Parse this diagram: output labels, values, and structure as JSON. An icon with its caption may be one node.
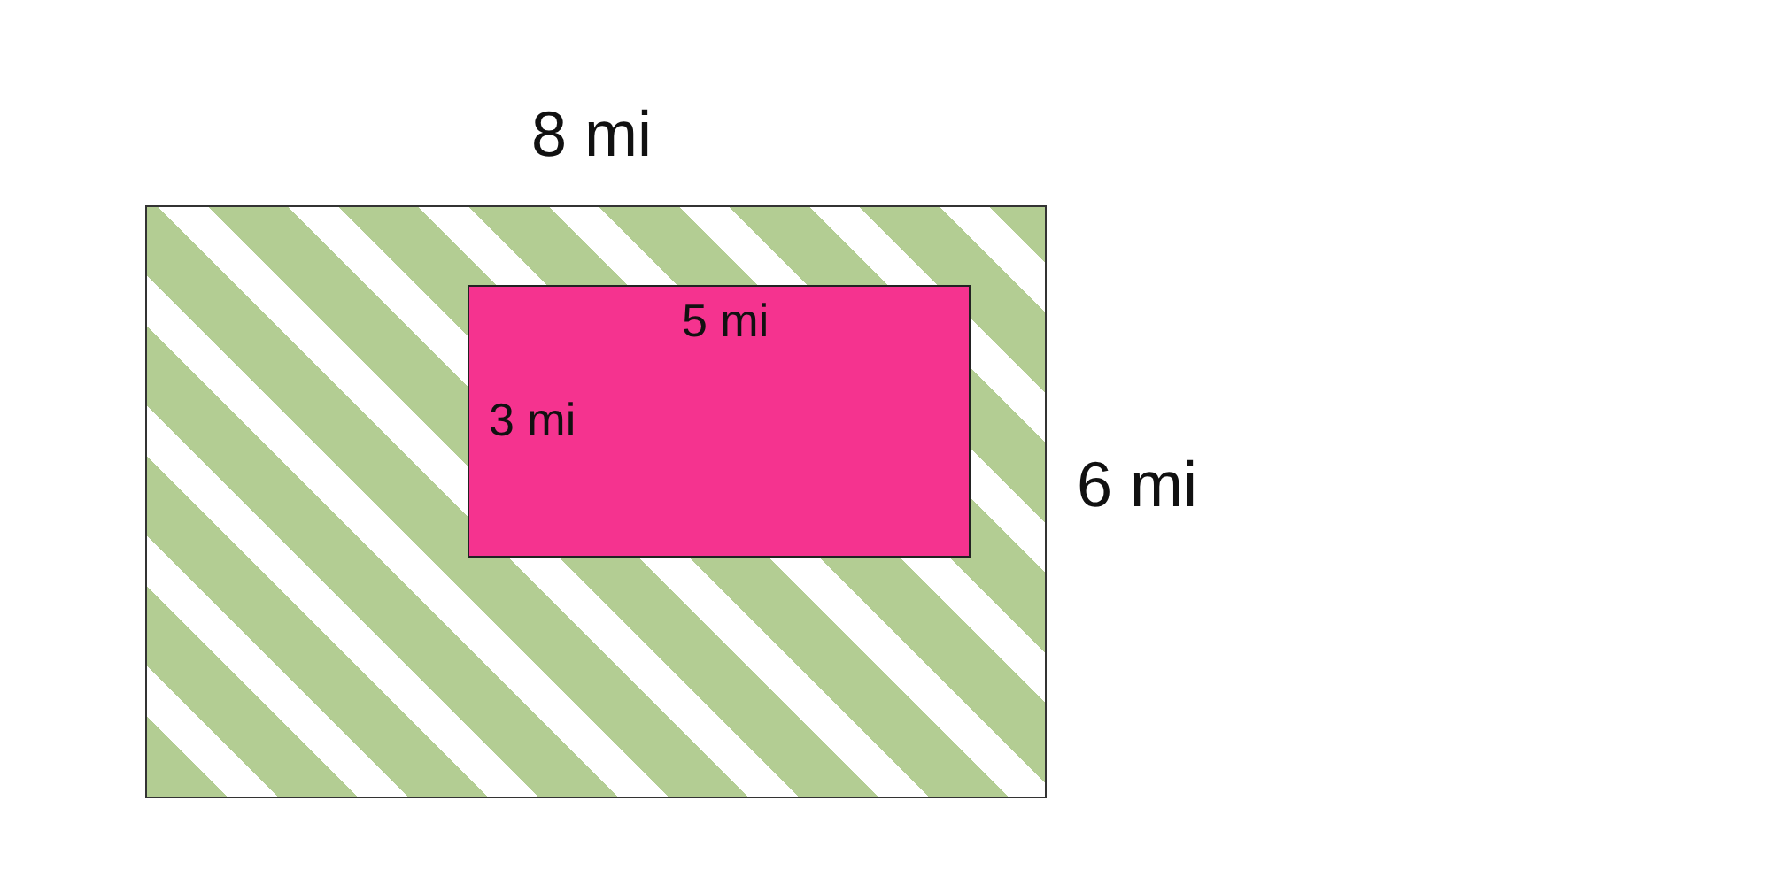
{
  "diagram": {
    "nodes": [
      {
        "text": [],
        "shape": "box"
      },
      {
        "text": [
          "5 mi",
          "3 mi"
        ],
        "in": 0
      }
    ],
    "labels": [
      "8 mi",
      "6 mi"
    ]
  }
}
